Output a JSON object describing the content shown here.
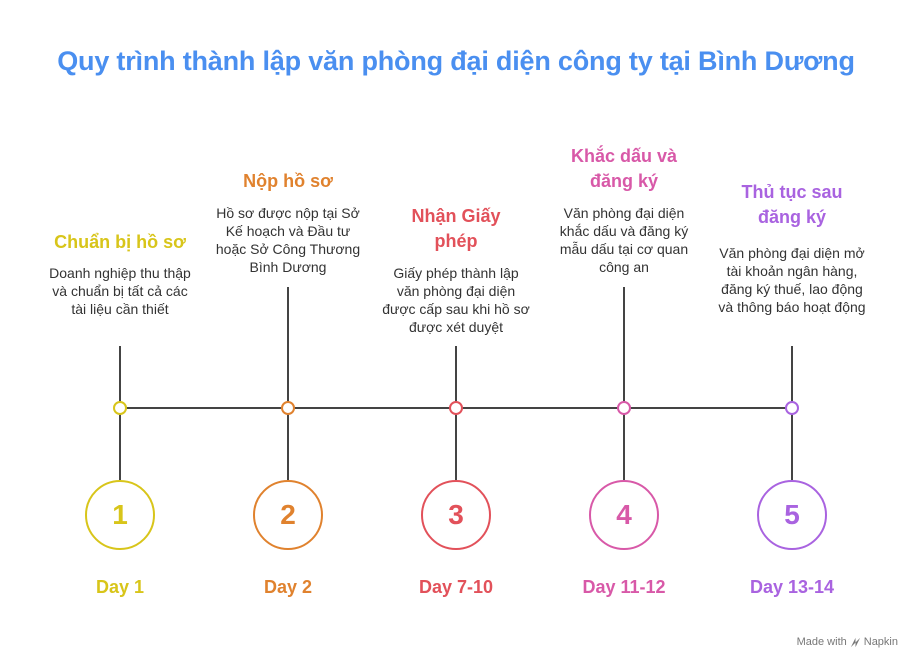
{
  "title": "Quy trình thành lập văn phòng đại diện công ty tại Bình Dương",
  "colors": {
    "title": "#4a8ff0",
    "timeline": "#444444",
    "step1": "#d8c51a",
    "step2": "#e0822e",
    "step3": "#e2515a",
    "step4": "#d859a8",
    "step5": "#a963e0"
  },
  "steps": [
    {
      "number": "1",
      "title": "Chuẩn bị hồ sơ",
      "description": "Doanh nghiệp thu thập và chuẩn bị tất cả các tài liệu cần thiết",
      "day": "Day 1"
    },
    {
      "number": "2",
      "title": "Nộp hồ sơ",
      "description": "Hồ sơ được nộp tại Sở Kế hoạch và Đầu tư hoặc Sở Công Thương Bình Dương",
      "day": "Day 2"
    },
    {
      "number": "3",
      "title": "Nhận Giấy phép",
      "description": "Giấy phép thành lập văn phòng đại diện được cấp sau khi hồ sơ được xét duyệt",
      "day": "Day 7-10"
    },
    {
      "number": "4",
      "title": "Khắc dấu và đăng ký",
      "description": "Văn phòng đại diện khắc dấu và đăng ký mẫu dấu tại cơ quan công an",
      "day": "Day 11-12"
    },
    {
      "number": "5",
      "title": "Thủ tục sau đăng ký",
      "description": "Văn phòng đại diện mở tài khoản ngân hàng, đăng ký thuế, lao động và thông báo hoạt động",
      "day": "Day 13-14"
    }
  ],
  "footer": {
    "made_with": "Made with",
    "brand": "Napkin",
    "brand_icon": "napkin-logo-icon"
  }
}
